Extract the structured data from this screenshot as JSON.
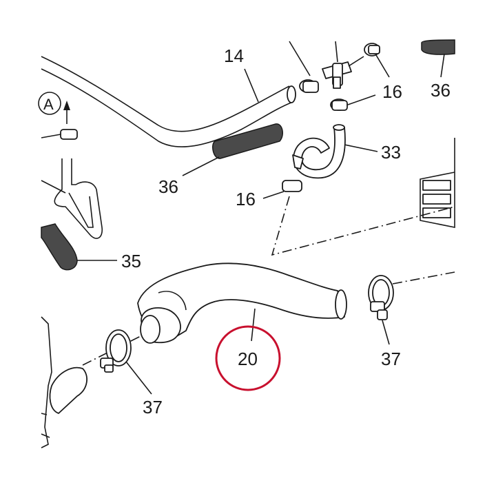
{
  "labels": {
    "p14": "14",
    "p16_top": "16",
    "p16_mid": "16",
    "p33": "33",
    "p36_top": "36",
    "p36_mid": "36",
    "p35": "35",
    "p20": "20",
    "p37_left": "37",
    "p37_right": "37",
    "view_a": "A"
  },
  "colors": {
    "line": "#1a1a1a",
    "highlight_circle": "#c8102e",
    "dark_hose": "#4a4a4a"
  }
}
